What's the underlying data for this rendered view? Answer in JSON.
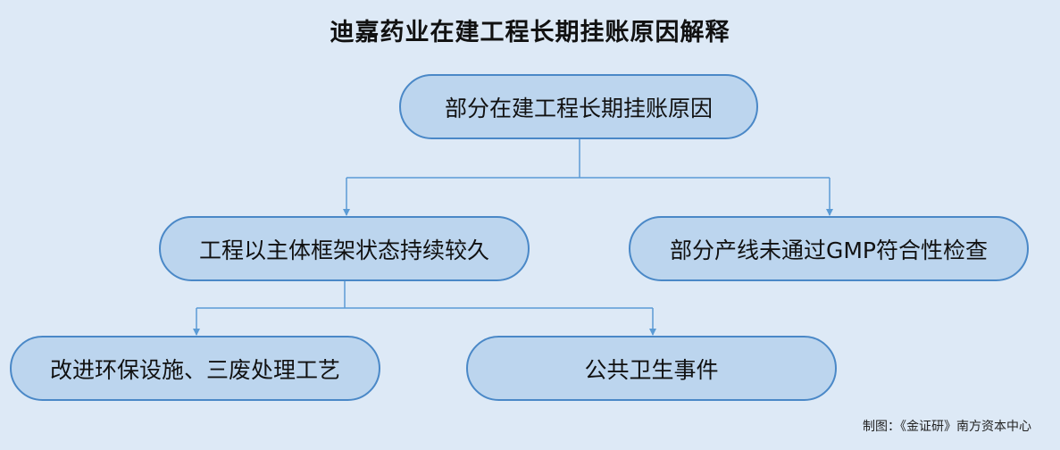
{
  "title": "迪嘉药业在建工程长期挂账原因解释",
  "nodes": {
    "root": "部分在建工程长期挂账原因",
    "reason_1": "工程以主体框架状态持续较久",
    "reason_2": "部分产线未通过GMP符合性检查",
    "reason_1_sub_1": "改进环保设施、三废处理工艺",
    "reason_1_sub_2": "公共卫生事件"
  },
  "credit": "制图：《金证研》南方资本中心",
  "colors": {
    "background": "#dde9f6",
    "node_fill": "#bcd5ee",
    "node_border": "#4a88c7",
    "connector": "#5b9bd5"
  }
}
